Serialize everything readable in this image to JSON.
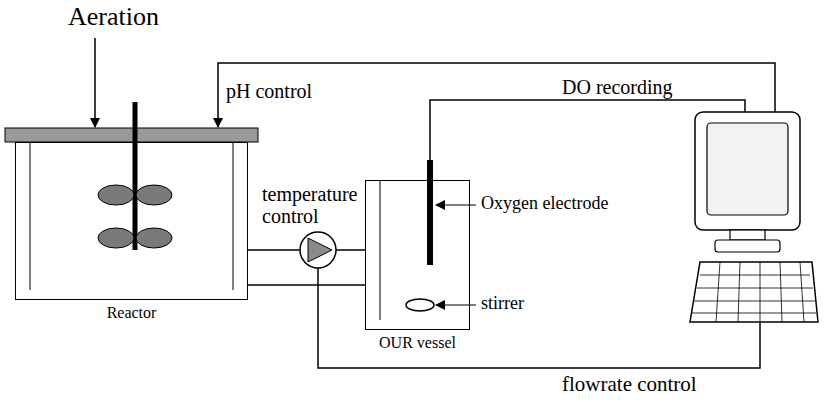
{
  "diagram": {
    "nodes": [
      {
        "text": [
          "Reactor"
        ]
      },
      {
        "text": [
          "OUR vessel"
        ]
      }
    ],
    "edges": [
      {
        "from": 0,
        "to": 1,
        "arrow": "none"
      },
      {
        "from": 0,
        "to": 1,
        "arrow": "none"
      }
    ],
    "labels": [
      "Aeration",
      "pH control",
      "temperature control",
      "DO recording",
      "Oxygen electrode",
      "stirrer",
      "flowrate control"
    ]
  }
}
